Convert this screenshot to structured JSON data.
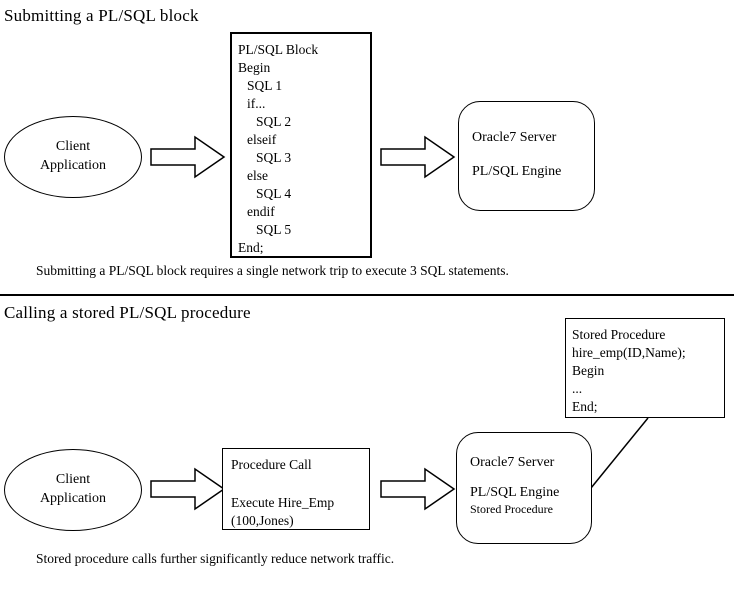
{
  "top": {
    "title": "Submitting a PL/SQL block",
    "client": {
      "line1": "Client",
      "line2": "Application"
    },
    "block": {
      "lines": [
        "PL/SQL Block",
        "Begin",
        "SQL 1",
        "if...",
        "SQL 2",
        "elseif",
        "SQL 3",
        "else",
        "SQL 4",
        "endif",
        "SQL 5",
        "End;"
      ]
    },
    "server": {
      "line1": "Oracle7 Server",
      "line2": "PL/SQL Engine"
    },
    "caption": "Submitting a PL/SQL block requires a single network trip to execute 3 SQL statements."
  },
  "bottom": {
    "title": "Calling a stored PL/SQL procedure",
    "stored_procedure": {
      "lines": [
        "Stored Procedure",
        "hire_emp(ID,Name);",
        "Begin",
        "...",
        "End;"
      ]
    },
    "client": {
      "line1": "Client",
      "line2": "Application"
    },
    "procedure_call": {
      "title": "Procedure Call",
      "line1": "Execute Hire_Emp",
      "line2": "(100,Jones)"
    },
    "server": {
      "line1": "Oracle7 Server",
      "line2": "PL/SQL Engine",
      "line3": "Stored Procedure"
    },
    "caption": "Stored procedure calls further significantly reduce network traffic."
  },
  "colors": {
    "ink": "#000000",
    "background": "#ffffff"
  }
}
